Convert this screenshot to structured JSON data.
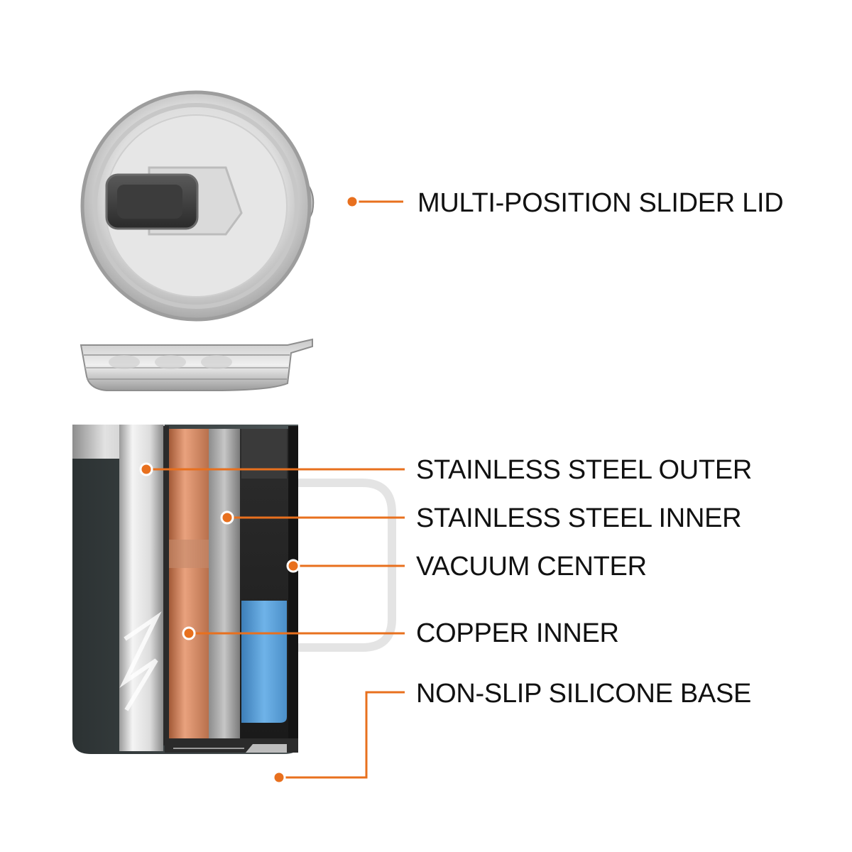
{
  "colors": {
    "callout": "#e8701e",
    "text": "#111111",
    "background": "#ffffff"
  },
  "callouts": {
    "lid": "MULTI-POSITION SLIDER LID",
    "outer": "STAINLESS STEEL OUTER",
    "inner": "STAINLESS STEEL INNER",
    "vacuum": "VACUUM CENTER",
    "copper": "COPPER INNER",
    "base": "NON-SLIP SILICONE BASE"
  }
}
